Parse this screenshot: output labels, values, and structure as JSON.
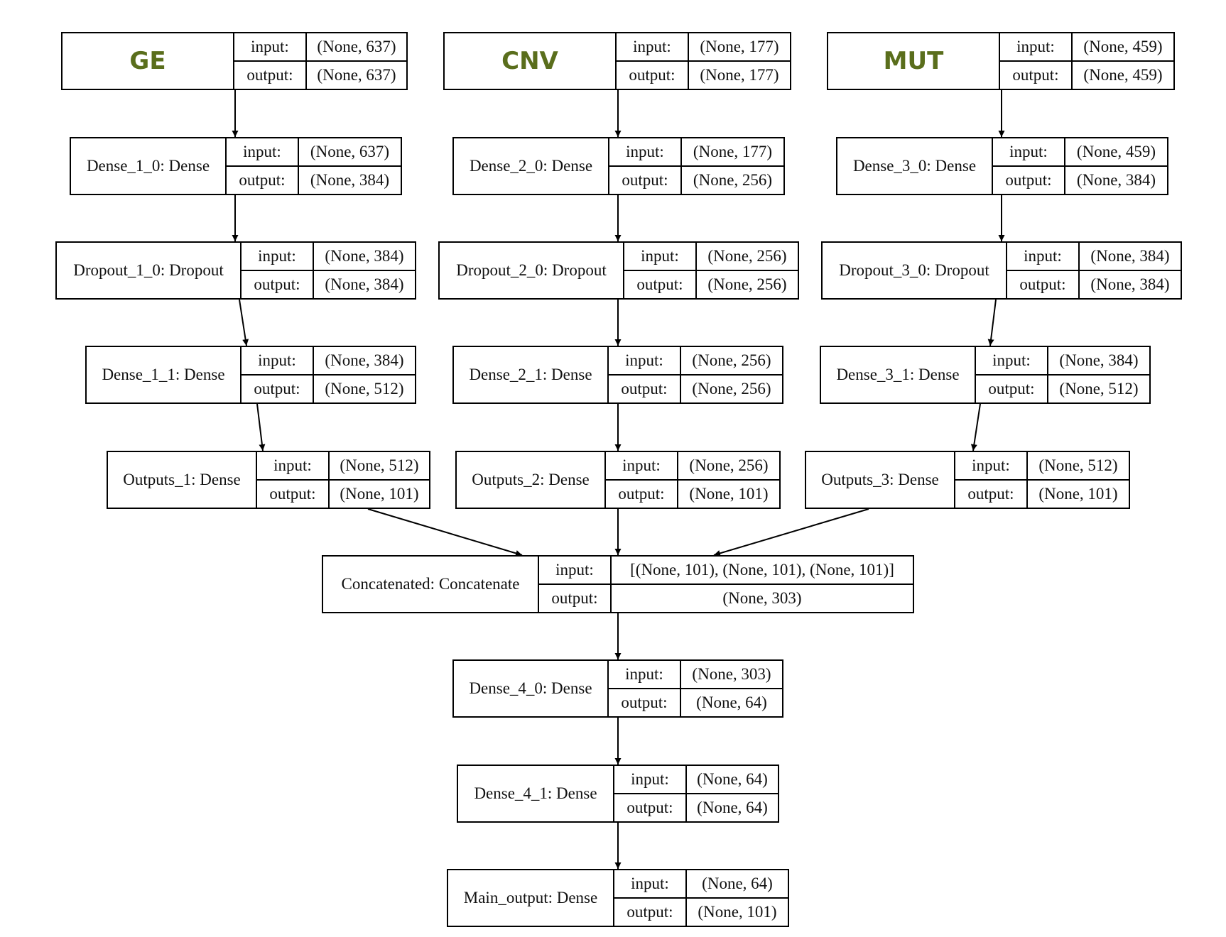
{
  "accent_color": "#5a6e1c",
  "nodes": [
    {
      "id": "ge",
      "label": "GE",
      "big": true,
      "input": "(None, 637)",
      "output": "(None, 637)"
    },
    {
      "id": "cnv",
      "label": "CNV",
      "big": true,
      "input": "(None, 177)",
      "output": "(None, 177)"
    },
    {
      "id": "mut",
      "label": "MUT",
      "big": true,
      "input": "(None, 459)",
      "output": "(None, 459)"
    },
    {
      "id": "d10",
      "label": "Dense_1_0: Dense",
      "input": "(None, 637)",
      "output": "(None, 384)"
    },
    {
      "id": "d20",
      "label": "Dense_2_0: Dense",
      "input": "(None, 177)",
      "output": "(None, 256)"
    },
    {
      "id": "d30",
      "label": "Dense_3_0: Dense",
      "input": "(None, 459)",
      "output": "(None, 384)"
    },
    {
      "id": "dr10",
      "label": "Dropout_1_0: Dropout",
      "input": "(None, 384)",
      "output": "(None, 384)"
    },
    {
      "id": "dr20",
      "label": "Dropout_2_0: Dropout",
      "input": "(None, 256)",
      "output": "(None, 256)"
    },
    {
      "id": "dr30",
      "label": "Dropout_3_0: Dropout",
      "input": "(None, 384)",
      "output": "(None, 384)"
    },
    {
      "id": "d11",
      "label": "Dense_1_1: Dense",
      "input": "(None, 384)",
      "output": "(None, 512)"
    },
    {
      "id": "d21",
      "label": "Dense_2_1: Dense",
      "input": "(None, 256)",
      "output": "(None, 256)"
    },
    {
      "id": "d31",
      "label": "Dense_3_1: Dense",
      "input": "(None, 384)",
      "output": "(None, 512)"
    },
    {
      "id": "o1",
      "label": "Outputs_1: Dense",
      "input": "(None, 512)",
      "output": "(None, 101)"
    },
    {
      "id": "o2",
      "label": "Outputs_2: Dense",
      "input": "(None, 256)",
      "output": "(None, 101)"
    },
    {
      "id": "o3",
      "label": "Outputs_3: Dense",
      "input": "(None, 512)",
      "output": "(None, 101)"
    },
    {
      "id": "cat",
      "label": "Concatenated: Concatenate",
      "input": "[(None, 101), (None, 101), (None, 101)]",
      "output": "(None, 303)"
    },
    {
      "id": "d40",
      "label": "Dense_4_0: Dense",
      "input": "(None, 303)",
      "output": "(None, 64)"
    },
    {
      "id": "d41",
      "label": "Dense_4_1: Dense",
      "input": "(None, 64)",
      "output": "(None, 64)"
    },
    {
      "id": "main",
      "label": "Main_output: Dense",
      "input": "(None, 64)",
      "output": "(None, 101)"
    }
  ],
  "key_labels": {
    "input": "input:",
    "output": "output:"
  },
  "edges": [
    [
      "ge",
      "d10"
    ],
    [
      "cnv",
      "d20"
    ],
    [
      "mut",
      "d30"
    ],
    [
      "d10",
      "dr10"
    ],
    [
      "d20",
      "dr20"
    ],
    [
      "d30",
      "dr30"
    ],
    [
      "dr10",
      "d11"
    ],
    [
      "dr20",
      "d21"
    ],
    [
      "dr30",
      "d31"
    ],
    [
      "d11",
      "o1"
    ],
    [
      "d21",
      "o2"
    ],
    [
      "d31",
      "o3"
    ],
    [
      "o1",
      "cat"
    ],
    [
      "o2",
      "cat"
    ],
    [
      "o3",
      "cat"
    ],
    [
      "cat",
      "d40"
    ],
    [
      "d40",
      "d41"
    ],
    [
      "d41",
      "main"
    ]
  ]
}
